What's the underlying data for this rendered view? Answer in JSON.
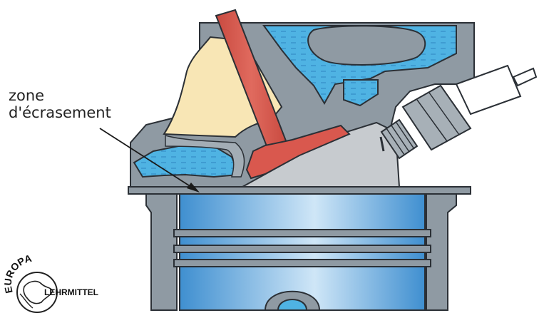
{
  "annotation": {
    "line1": "zone",
    "line2": "d'écrasement"
  },
  "logo": {
    "arc_text": "EUROPA",
    "name": "LEHRMITTEL"
  },
  "colors": {
    "casting": "#8f9aa3",
    "casting_outline": "#2b3036",
    "coolant": "#4fb3e3",
    "fuel_mixture": "#f8e6b5",
    "valve": "#d9584e",
    "piston_light": "#cfe6f7",
    "piston_dark": "#3f8fd0",
    "combustion_chamber": "#c7cbcf",
    "spark_plug_insulator": "#ffffff",
    "spark_plug_metal": "#a7b0b7"
  }
}
